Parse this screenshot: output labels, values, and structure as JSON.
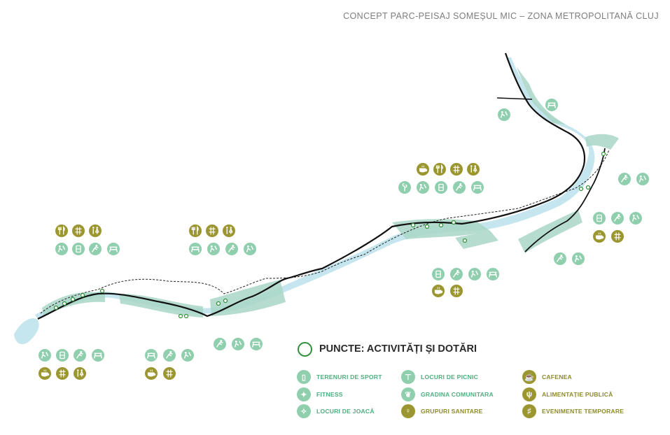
{
  "title": "CONCEPT PARC-PEISAJ SOMEȘUL MIC – ZONA METROPOLITANĂ CLUJ",
  "legend": {
    "heading": "PUNCTE: ACTIVITĂȚI ȘI DOTĂRI",
    "items": [
      {
        "label": "TERENURI DE SPORT",
        "icon": "sport-field-icon",
        "group": "green"
      },
      {
        "label": "FITNESS",
        "icon": "fitness-icon",
        "group": "green"
      },
      {
        "label": "LOCURI DE JOACĂ",
        "icon": "playground-icon",
        "group": "green"
      },
      {
        "label": "LOCURI DE PICNIC",
        "icon": "picnic-icon",
        "group": "green"
      },
      {
        "label": "GRADINA COMUNITARA",
        "icon": "garden-icon",
        "group": "green"
      },
      {
        "label": "GRUPURI SANITARE",
        "icon": "toilet-icon",
        "group": "olive"
      },
      {
        "label": "CAFENEA",
        "icon": "coffee-icon",
        "group": "olive"
      },
      {
        "label": "ALIMENTAȚIE PUBLICĂ",
        "icon": "food-icon",
        "group": "olive"
      },
      {
        "label": "EVENIMENTE TEMPORARE",
        "icon": "event-icon",
        "group": "olive"
      }
    ]
  },
  "colors": {
    "activity_green": "#8fcfae",
    "service_olive": "#9b9630",
    "river_blue": "#c6e6ef",
    "park_green": "#a9d6c7",
    "route_black": "#111111",
    "point_green": "#2f8f3a"
  }
}
